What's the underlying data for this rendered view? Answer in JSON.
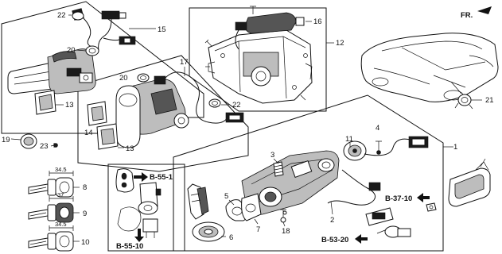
{
  "diagram": {
    "direction_label": "FR.",
    "callouts": [
      "1",
      "2",
      "3",
      "4",
      "5",
      "6",
      "7",
      "8",
      "9",
      "10",
      "11",
      "12",
      "13",
      "13",
      "14",
      "15",
      "16",
      "17",
      "18",
      "19",
      "20",
      "20",
      "21",
      "22",
      "22",
      "23"
    ],
    "refs": [
      "B-55-1",
      "B-55-10",
      "B-37-10",
      "B-53-20"
    ],
    "key_dims": [
      "34.5",
      "37",
      "34.5"
    ]
  }
}
